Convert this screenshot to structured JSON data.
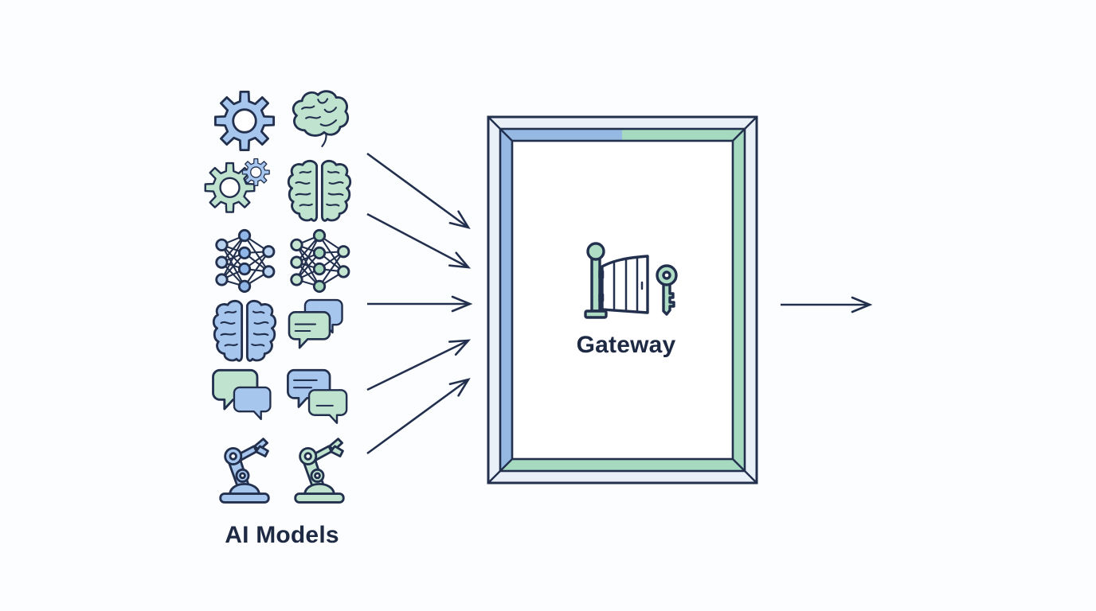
{
  "diagram": {
    "title": "",
    "description_visible_text_only": true
  },
  "left_group": {
    "label": "AI Models",
    "icons": [
      {
        "name": "gear-icon",
        "color": "#a7c6ee"
      },
      {
        "name": "brain-side-icon",
        "color": "#bfe3cf"
      },
      {
        "name": "double-gears-icon",
        "colors": [
          "#bfe3cf",
          "#a7c6ee"
        ]
      },
      {
        "name": "brain-top-icon",
        "color": "#bfe3cf"
      },
      {
        "name": "neural-network-icon",
        "color": "#a7c6ee"
      },
      {
        "name": "neural-network-icon",
        "color": "#bfe3cf"
      },
      {
        "name": "brain-top-icon",
        "color": "#a7c6ee"
      },
      {
        "name": "chat-bubbles-icon",
        "colors": [
          "#a7c6ee",
          "#bfe3cf"
        ]
      },
      {
        "name": "chat-bubbles-icon",
        "colors": [
          "#bfe3cf",
          "#a7c6ee"
        ]
      },
      {
        "name": "chat-bubbles-icon",
        "colors": [
          "#a7c6ee",
          "#bfe3cf"
        ]
      },
      {
        "name": "robot-arm-icon",
        "color": "#a7c6ee"
      },
      {
        "name": "robot-arm-icon",
        "color": "#bfe3cf"
      }
    ]
  },
  "gateway": {
    "label": "Gateway",
    "icons": [
      {
        "name": "gate-icon",
        "color": "#aedcc5"
      },
      {
        "name": "key-icon",
        "color": "#aedcc5"
      }
    ],
    "frame": {
      "outer_color": "#e9f0f8",
      "band_blue": "#96b9e4",
      "band_green": "#a5d9c0",
      "interior_color": "#ffffff"
    }
  },
  "arrows": {
    "input_count": 5,
    "output_count": 1,
    "color": "#22304e"
  },
  "colors": {
    "outline": "#22304e",
    "text": "#1e2a44",
    "background": "#fcfdfe",
    "icon_blue": "#a7c6ee",
    "icon_green": "#bfe3cf"
  }
}
